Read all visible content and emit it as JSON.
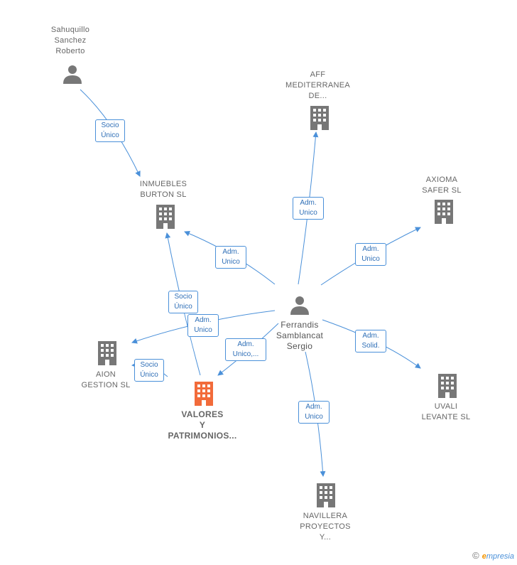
{
  "nodes": {
    "sahuquillo": {
      "lines": [
        "Sahuquillo",
        "Sanchez",
        "Roberto"
      ]
    },
    "aff": {
      "lines": [
        "AFF",
        "MEDITERRANEA",
        "DE..."
      ]
    },
    "inmuebles": {
      "lines": [
        "INMUEBLES",
        "BURTON  SL"
      ]
    },
    "axioma": {
      "lines": [
        "AXIOMA",
        "SAFER  SL"
      ]
    },
    "ferrandis": {
      "lines": [
        "Ferrandis",
        "Samblancat",
        "Sergio"
      ]
    },
    "aion": {
      "lines": [
        "AION",
        "GESTION  SL"
      ]
    },
    "valores": {
      "lines": [
        "VALORES",
        "Y",
        "PATRIMONIOS..."
      ]
    },
    "uvali": {
      "lines": [
        "UVALI",
        "LEVANTE  SL"
      ]
    },
    "navillera": {
      "lines": [
        "NAVILLERA",
        "PROYECTOS",
        "Y..."
      ]
    }
  },
  "edges": {
    "e1": {
      "lines": [
        "Socio",
        "Único"
      ]
    },
    "e2": {
      "lines": [
        "Adm.",
        "Unico"
      ]
    },
    "e3": {
      "lines": [
        "Adm.",
        "Unico"
      ]
    },
    "e4": {
      "lines": [
        "Adm.",
        "Unico"
      ]
    },
    "e5": {
      "lines": [
        "Socio",
        "Único"
      ]
    },
    "e6": {
      "lines": [
        "Adm.",
        "Unico"
      ]
    },
    "e7": {
      "lines": [
        "Adm.",
        "Unico,..."
      ]
    },
    "e8": {
      "lines": [
        "Adm.",
        "Solid."
      ]
    },
    "e9": {
      "lines": [
        "Socio",
        "Único"
      ]
    },
    "e10": {
      "lines": [
        "Adm.",
        "Unico"
      ]
    }
  },
  "footer": {
    "copyright": "©",
    "brand_e": "e",
    "brand_rest": "mpresia"
  },
  "colors": {
    "edge": "#4a90d9",
    "building": "#777777",
    "building_main": "#f26b3a",
    "person": "#777777"
  }
}
